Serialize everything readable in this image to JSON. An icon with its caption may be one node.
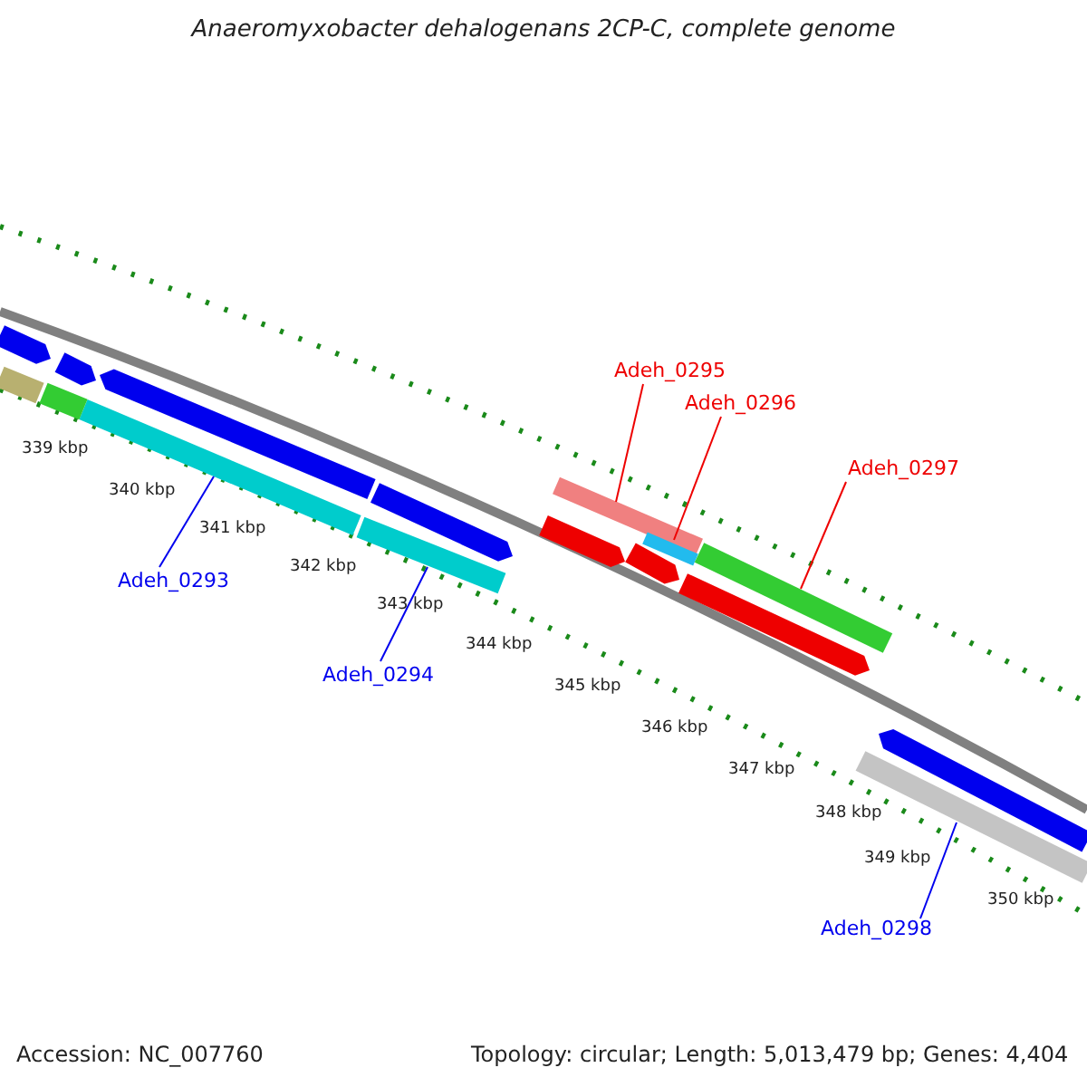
{
  "diagram": {
    "title": "Anaeromyxobacter dehalogenans 2CP-C, complete genome",
    "nodes": [
      {
        "text": [
          "Adeh_0293"
        ]
      },
      {
        "text": [
          "Adeh_0294"
        ]
      },
      {
        "text": [
          "Adeh_0295"
        ]
      },
      {
        "text": [
          "Adeh_0296"
        ]
      },
      {
        "text": [
          "Adeh_0297"
        ]
      },
      {
        "text": [
          "Adeh_0298"
        ]
      },
      {
        "text": [],
        "shape": "bar"
      },
      {
        "text": [],
        "shape": "bar"
      },
      {
        "text": [],
        "shape": "bar"
      },
      {
        "text": [],
        "shape": "bar"
      },
      {
        "text": [],
        "shape": "bar"
      },
      {
        "text": [],
        "shape": "bar"
      },
      {
        "text": [],
        "shape": "bar"
      },
      {
        "text": [],
        "shape": "bar"
      },
      {
        "text": [],
        "shape": "bar"
      },
      {
        "text": [],
        "shape": "bar"
      },
      {
        "text": [],
        "shape": "bar"
      },
      {
        "text": [],
        "shape": "bar"
      },
      {
        "text": [],
        "shape": "bar"
      },
      {
        "text": [],
        "shape": "bar"
      },
      {
        "text": [],
        "shape": "bar"
      },
      {
        "text": [],
        "shape": "bar"
      }
    ],
    "edges": [
      {
        "from": 0,
        "to": 6,
        "arrow": "none"
      },
      {
        "from": 1,
        "to": 7,
        "arrow": "none"
      },
      {
        "from": 2,
        "to": 8,
        "arrow": "none",
        "color": "#ee0000"
      },
      {
        "from": 3,
        "to": 9,
        "arrow": "none",
        "color": "#ee0000"
      },
      {
        "from": 4,
        "to": 10,
        "arrow": "none",
        "color": "#ee0000"
      },
      {
        "from": 5,
        "to": 11,
        "arrow": "none"
      }
    ],
    "labels": [
      "339 kbp",
      "340 kbp",
      "341 kbp",
      "342 kbp",
      "343 kbp",
      "344 kbp",
      "345 kbp",
      "346 kbp",
      "347 kbp",
      "348 kbp",
      "349 kbp",
      "350 kbp",
      "Accession: NC_007760",
      "Topology: circular; Length: 5,013,479 bp; Genes: 4,404"
    ]
  }
}
